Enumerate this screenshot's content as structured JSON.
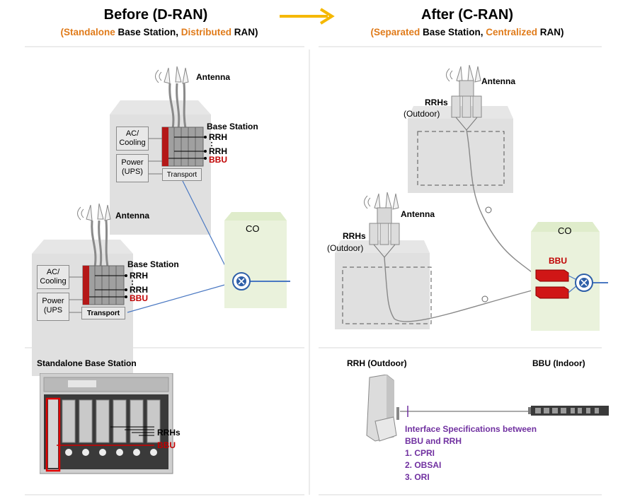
{
  "before": {
    "title": "Before (D-RAN)",
    "subtitle_paren_open": "(",
    "subtitle_part1": "Standalone",
    "subtitle_part2": " Base Station, ",
    "subtitle_part3": "Distributed",
    "subtitle_part4": " RAN)",
    "antenna_label": "Antenna",
    "base_station_label": "Base Station",
    "rrh_label": "RRH",
    "rrh_dots": ":",
    "bbu_label": "BBU",
    "ac_cooling": "AC/ Cooling",
    "power_ups_top": "Power (UPS)",
    "power_ups_bottom": "Power (UPS",
    "transport_label": "Transport",
    "co_label": "CO",
    "bottom_title": "Standalone Base Station",
    "rrhs_label": "RRHs",
    "bbu_bottom_label": "BBU"
  },
  "after": {
    "title": "After (C-RAN)",
    "subtitle_paren_open": "(",
    "subtitle_part1": "Separated",
    "subtitle_part2": " Base Station, ",
    "subtitle_part3": "Centralized",
    "subtitle_part4": " RAN)",
    "antenna_label": "Antenna",
    "rrhs_label": "RRHs",
    "outdoor_label": "(Outdoor)",
    "co_label": "CO",
    "bbu_label": "BBU",
    "rrh_outdoor_title": "RRH (Outdoor)",
    "bbu_indoor_title": "BBU (Indoor)",
    "interface_lines": [
      "Interface Specifications between",
      "BBU and RRH",
      "1. CPRI",
      "2. OBSAI",
      "3. ORI"
    ]
  },
  "colors": {
    "highlight": "#e07b1a",
    "bbu_red": "#c00000",
    "interface_purple": "#7030a0",
    "co_green": "#eaf2dc",
    "arrow": "#f5b800",
    "link_blue": "#4a78c2"
  }
}
